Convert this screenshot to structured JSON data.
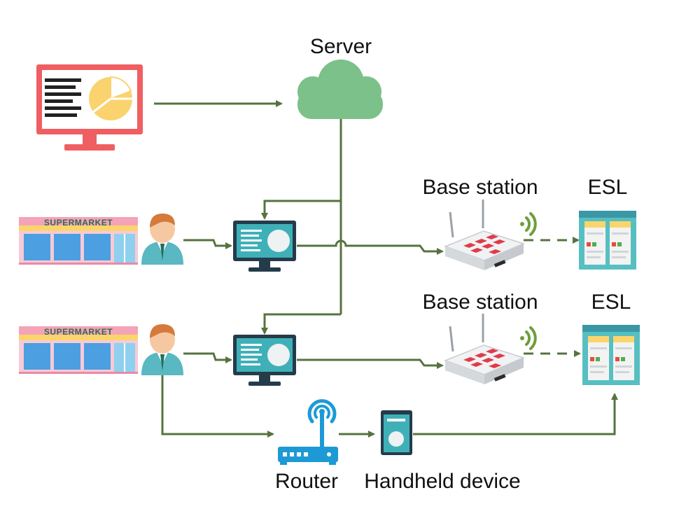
{
  "labels": {
    "server": "Server",
    "base_station_1": "Base station",
    "base_station_2": "Base station",
    "esl_1": "ESL",
    "esl_2": "ESL",
    "router": "Router",
    "handheld": "Handheld device"
  },
  "store_signs": {
    "store_1": "SUPERMARKET",
    "store_2": "SUPERMARKET"
  },
  "colors": {
    "connector": "#56733f",
    "monitor_red": "#ef5f61",
    "pie_yellow": "#fad36f",
    "cloud_green": "#7cc08a",
    "teal": "#3fb0b8",
    "station_red": "#e23a48",
    "esl_teal": "#57bfc1"
  },
  "icons": [
    "admin-monitor-icon",
    "cloud-server-icon",
    "supermarket-icon",
    "store-staff-icon",
    "store-pc-icon",
    "base-station-icon",
    "wireless-signal-icon",
    "esl-tag-icon",
    "router-icon",
    "handheld-device-icon"
  ]
}
